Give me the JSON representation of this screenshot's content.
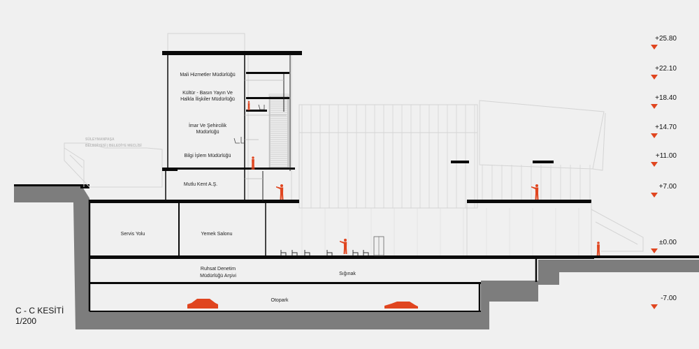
{
  "drawing": {
    "title": "C - C KESİTİ",
    "scale": "1/200",
    "facade_sign_1": "SÜLEYMANPAŞA",
    "facade_sign_2": "BELEDİYESİ | BELEDİYE MECLİSİ"
  },
  "rooms": {
    "mali": "Mali Hizmetler Müdürlüğü",
    "kultur_1": "Kültür - Basın Yayın Ve",
    "kultur_2": "Halkla İlişkiler Müdürlüğü",
    "imar_1": "İmar Ve Şehircilik",
    "imar_2": "Müdürlüğü",
    "bilgi": "Bilgi İşlem Müdürlüğü",
    "mutlu": "Mutlu Kent A.Ş.",
    "servis": "Servis Yolu",
    "yemek": "Yemek Salonu",
    "ruhsat_1": "Ruhsat Denetim",
    "ruhsat_2": "Müdürlüğü Arşivi",
    "siginak": "Sığınak",
    "otopark": "Otopark"
  },
  "levels": [
    "+25.80",
    "+22.10",
    "+18.40",
    "+14.70",
    "+11.00",
    "+7.00",
    "±0.00",
    "-7.00"
  ],
  "colors": {
    "accent": "#e0451f",
    "ground": "#7d7d7d",
    "background": "#f0f0f0"
  }
}
